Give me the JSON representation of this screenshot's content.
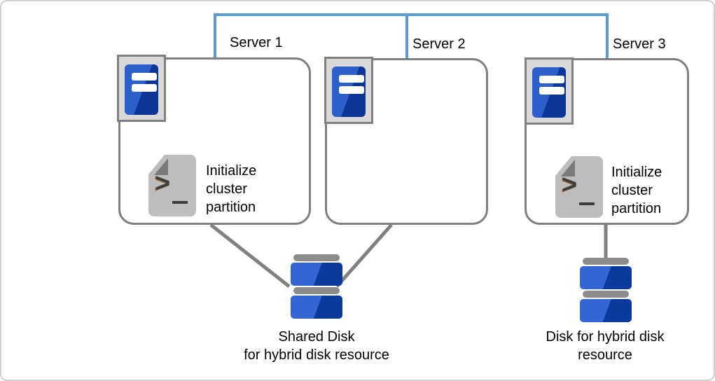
{
  "diagram": {
    "servers": [
      {
        "label": "Server 1",
        "script_text": "Initialize\ncluster\npartition"
      },
      {
        "label": "Server 2"
      },
      {
        "label": "Server 3",
        "script_text": "Initialize\ncluster\npartition"
      }
    ],
    "script_icon_glyph": ">",
    "disks": [
      {
        "label": "Shared Disk\nfor hybrid disk resource"
      },
      {
        "label": "Disk for hybrid disk\nresource"
      }
    ],
    "colors": {
      "connector": "#5B9BD5",
      "line": "#8c8c8c",
      "box_border": "#7f7f7f",
      "icon_bg": "#d9d9d9",
      "tower_light": "#2d5fca",
      "tower_dark": "#0d3597",
      "disk_light": "#3565d3",
      "disk_dark": "#0a3a9c",
      "doc": "#bdbdbd",
      "fold": "#7a7a7a",
      "glyph": "#3d3d3d"
    }
  }
}
